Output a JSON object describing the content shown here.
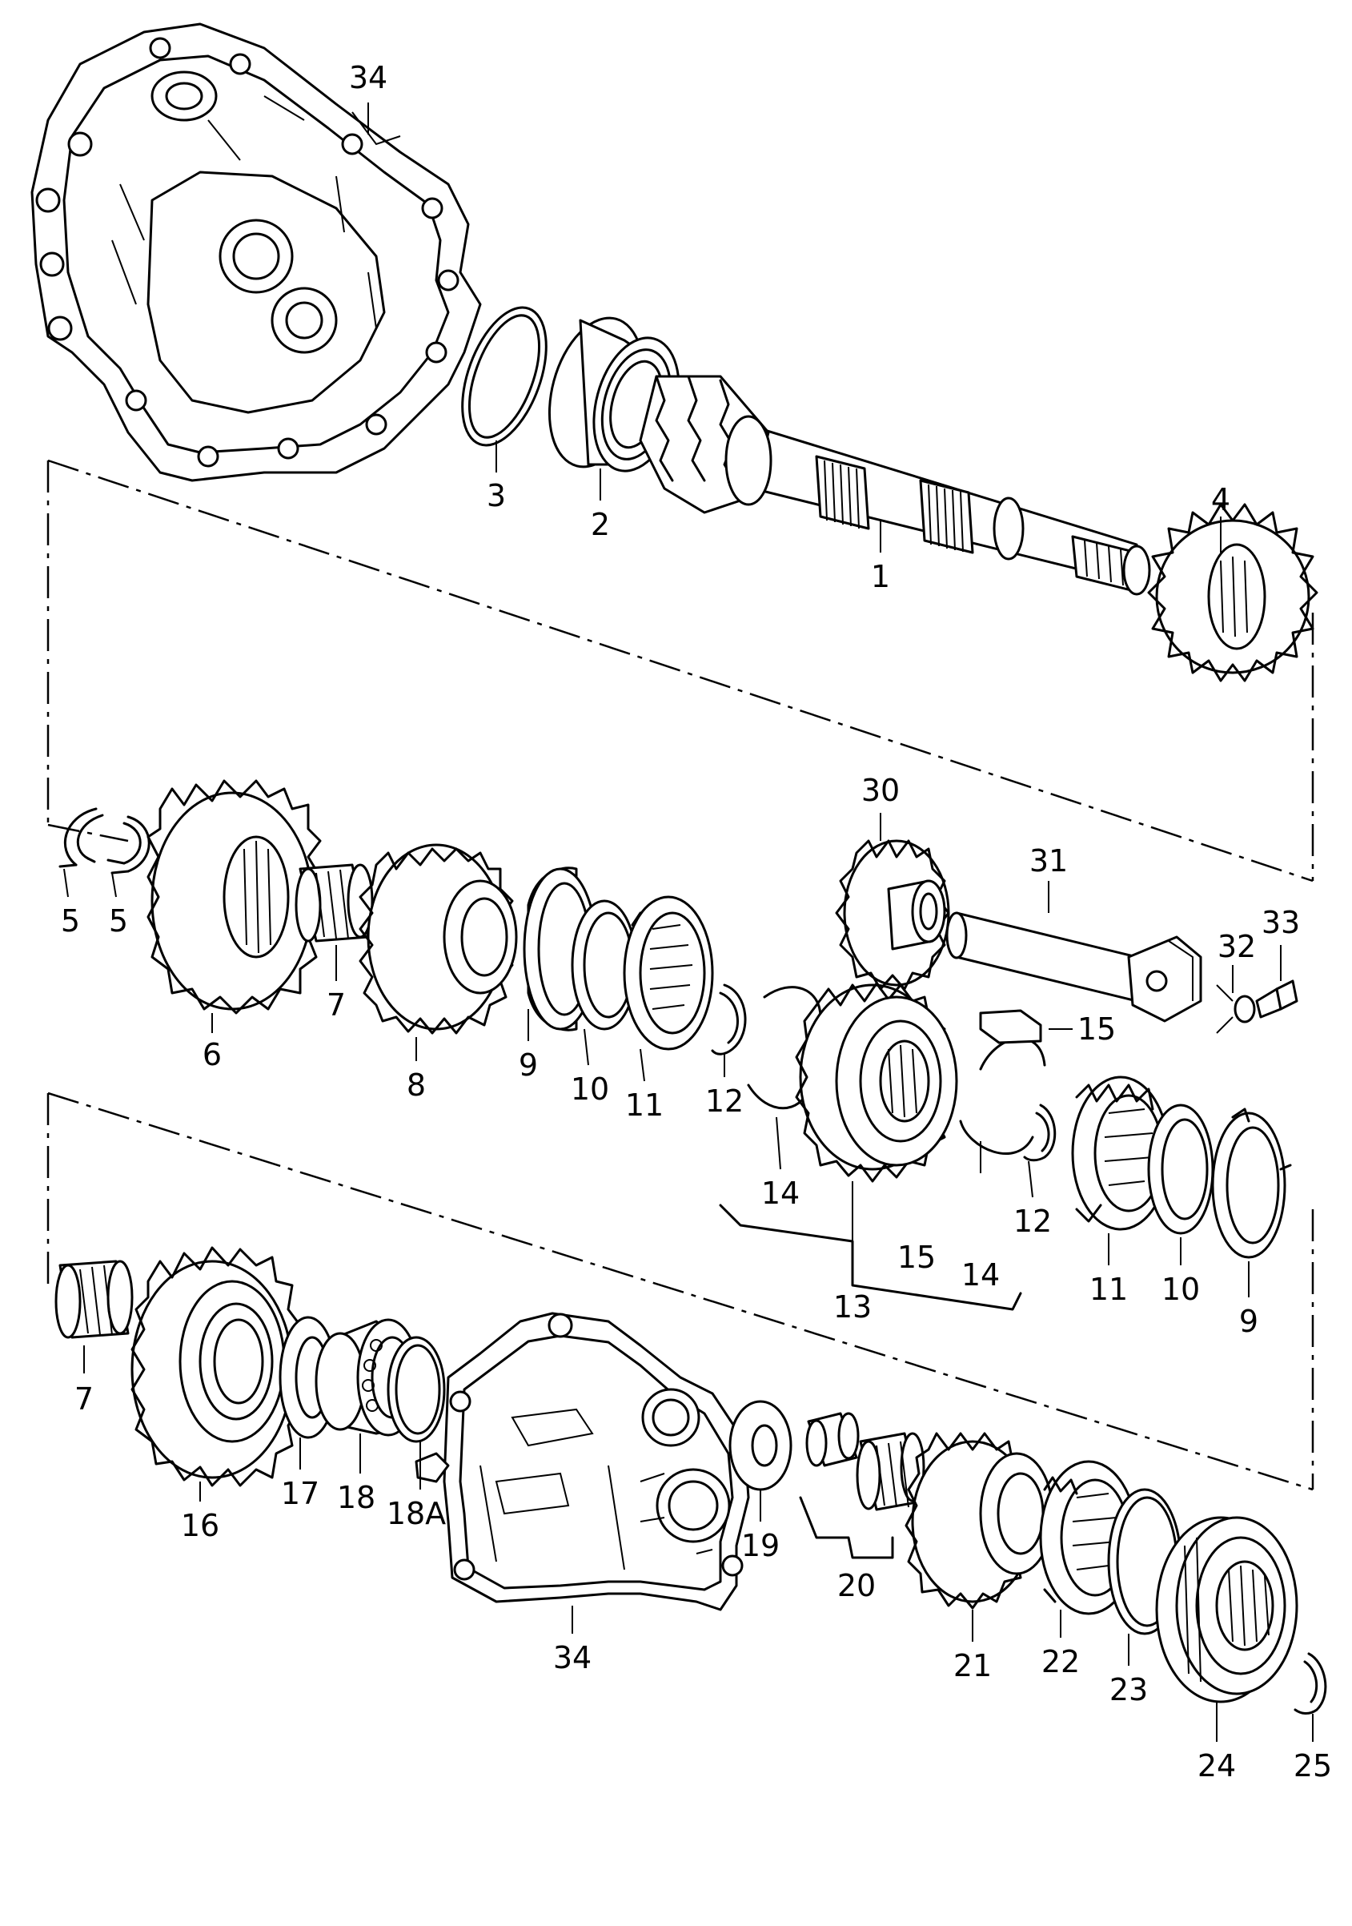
{
  "callouts": [
    {
      "id": "c-34-top",
      "text": "34"
    },
    {
      "id": "c-3",
      "text": "3"
    },
    {
      "id": "c-2",
      "text": "2"
    },
    {
      "id": "c-1",
      "text": "1"
    },
    {
      "id": "c-4",
      "text": "4"
    },
    {
      "id": "c-5a",
      "text": "5"
    },
    {
      "id": "c-5b",
      "text": "5"
    },
    {
      "id": "c-6",
      "text": "6"
    },
    {
      "id": "c-7a",
      "text": "7"
    },
    {
      "id": "c-8",
      "text": "8"
    },
    {
      "id": "c-9a",
      "text": "9"
    },
    {
      "id": "c-10a",
      "text": "10"
    },
    {
      "id": "c-11a",
      "text": "11"
    },
    {
      "id": "c-12a",
      "text": "12"
    },
    {
      "id": "c-14a",
      "text": "14"
    },
    {
      "id": "c-13",
      "text": "13"
    },
    {
      "id": "c-15a",
      "text": "15"
    },
    {
      "id": "c-14b",
      "text": "14"
    },
    {
      "id": "c-12b",
      "text": "12"
    },
    {
      "id": "c-11b",
      "text": "11"
    },
    {
      "id": "c-10b",
      "text": "10"
    },
    {
      "id": "c-9b",
      "text": "9"
    },
    {
      "id": "c-30",
      "text": "30"
    },
    {
      "id": "c-31",
      "text": "31"
    },
    {
      "id": "c-32",
      "text": "32"
    },
    {
      "id": "c-33",
      "text": "33"
    },
    {
      "id": "c-15b",
      "text": "15"
    },
    {
      "id": "c-7b",
      "text": "7"
    },
    {
      "id": "c-16",
      "text": "16"
    },
    {
      "id": "c-17",
      "text": "17"
    },
    {
      "id": "c-18",
      "text": "18"
    },
    {
      "id": "c-18a",
      "text": "18A"
    },
    {
      "id": "c-34-bot",
      "text": "34"
    },
    {
      "id": "c-19",
      "text": "19"
    },
    {
      "id": "c-20",
      "text": "20"
    },
    {
      "id": "c-21",
      "text": "21"
    },
    {
      "id": "c-22",
      "text": "22"
    },
    {
      "id": "c-23",
      "text": "23"
    },
    {
      "id": "c-24",
      "text": "24"
    },
    {
      "id": "c-25",
      "text": "25"
    }
  ]
}
